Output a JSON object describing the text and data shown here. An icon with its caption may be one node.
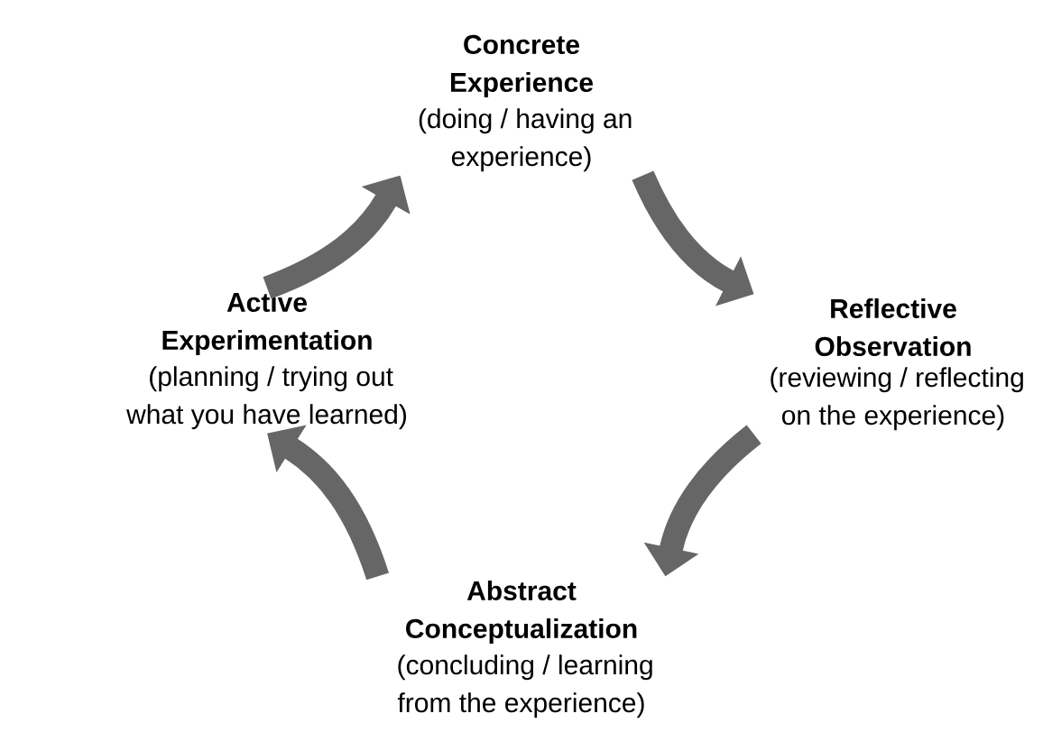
{
  "diagram": {
    "nodes": [
      {
        "text": [
          "Concrete Experience",
          "(doing / having an experience)"
        ]
      },
      {
        "text": [
          "Reflective Observation",
          "(reviewing / reflecting on the experience)"
        ]
      },
      {
        "text": [
          "Abstract Conceptualization",
          "(concluding / learning from the experience)"
        ]
      },
      {
        "text": [
          "Active Experimentation",
          "(planning / trying out what you have learned)"
        ]
      }
    ],
    "edges": [
      {
        "from": 0,
        "to": 1,
        "arrow": "to"
      },
      {
        "from": 1,
        "to": 2,
        "arrow": "to"
      },
      {
        "from": 2,
        "to": 3,
        "arrow": "to"
      },
      {
        "from": 3,
        "to": 0,
        "arrow": "to"
      }
    ]
  }
}
